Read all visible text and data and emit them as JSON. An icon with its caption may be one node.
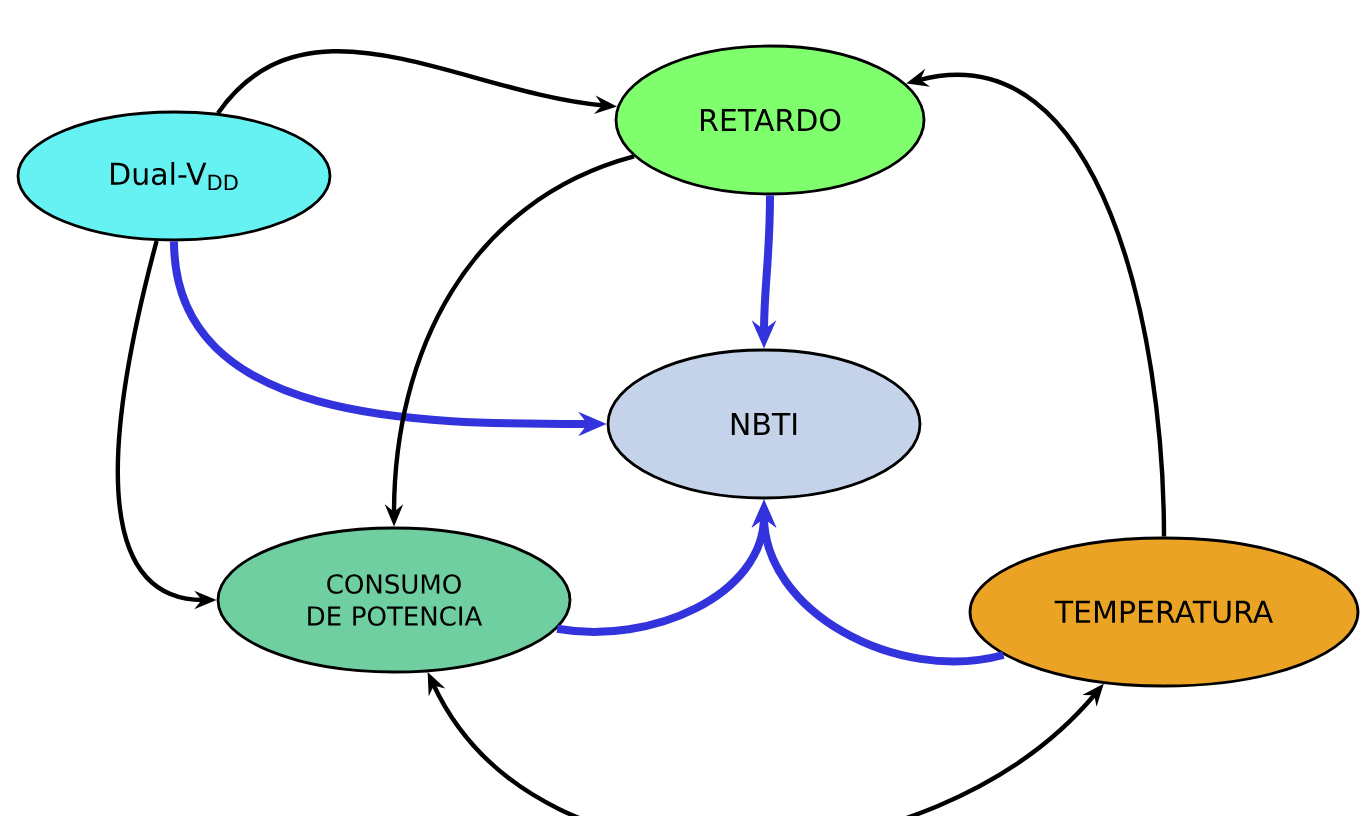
{
  "diagram": {
    "nodes": [
      {
        "text": [
          "Dual-V$_{DD}$"
        ]
      },
      {
        "text": [
          "RETARDO"
        ]
      },
      {
        "text": [
          "NBTI"
        ]
      },
      {
        "text": [
          "CONSUMO DE POTENCIA"
        ]
      },
      {
        "text": [
          "TEMPERATURA"
        ]
      }
    ],
    "edges": [
      {
        "from": 0,
        "to": 1,
        "arrow": "to"
      },
      {
        "from": 0,
        "to": 3,
        "arrow": "to"
      },
      {
        "from": 0,
        "to": 2,
        "arrow": "to",
        "style": "thick",
        "color": "#3333dd"
      },
      {
        "from": 1,
        "to": 2,
        "arrow": "to",
        "style": "thick",
        "color": "#3333dd"
      },
      {
        "from": 1,
        "to": 3,
        "arrow": "to"
      },
      {
        "from": 4,
        "to": 1,
        "arrow": "to"
      },
      {
        "from": 3,
        "to": 2,
        "arrow": "to",
        "style": "thick",
        "color": "#3333dd"
      },
      {
        "from": 4,
        "to": 2,
        "arrow": "to",
        "style": "thick",
        "color": "#3333dd"
      },
      {
        "from": 3,
        "to": 4,
        "arrow": "both"
      }
    ]
  }
}
